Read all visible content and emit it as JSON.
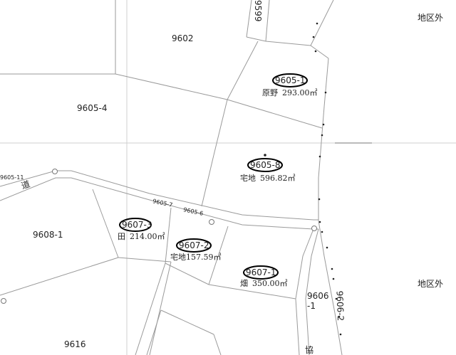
{
  "regions": {
    "outside_top": "地区外",
    "outside_bottom": "地区外"
  },
  "parcels": {
    "p9599": "9599",
    "p9602": "9602",
    "p9605_4": "9605-4",
    "p9605_11": "9605-11",
    "p9608_1": "9608-1",
    "p9616": "9616",
    "p9606_1": "9606\n-1",
    "p9606_2": "9606-2",
    "p9605_7": "9605-7",
    "p9605_6": "9605-6"
  },
  "road_label": "道",
  "lots": [
    {
      "id": "9605-1",
      "land_use": "原野",
      "area": "293.00㎡"
    },
    {
      "id": "9605-8",
      "land_use": "宅地",
      "area": "596.82㎡"
    },
    {
      "id": "9607-3",
      "land_use": "田",
      "area": "214.00㎡"
    },
    {
      "id": "9607-2",
      "land_use": "宅地",
      "area": "157.59㎡"
    },
    {
      "id": "9607-1",
      "land_use": "畑",
      "area": "350.00㎡"
    }
  ],
  "partial_char": "協"
}
